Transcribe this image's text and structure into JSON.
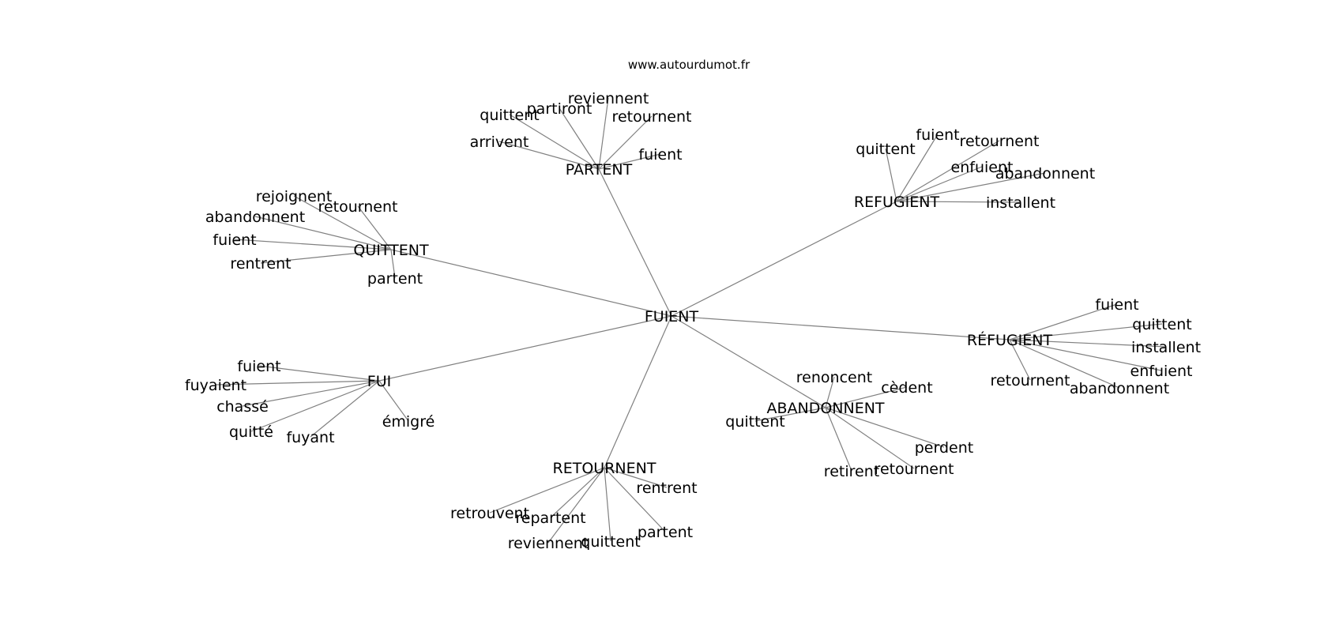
{
  "source": "www.autourdumot.fr",
  "center": "FUIENT",
  "clusters": [
    {
      "id": "PARTENT",
      "label": "PARTENT",
      "leaves": [
        "arrivent",
        "quittent",
        "partiront",
        "reviennent",
        "retournent",
        "fuient"
      ]
    },
    {
      "id": "REFUGIENT",
      "label": "REFUGIENT",
      "leaves": [
        "quittent",
        "fuient",
        "retournent",
        "enfuient",
        "abandonnent",
        "installent"
      ]
    },
    {
      "id": "QUITTENT",
      "label": "QUITTENT",
      "leaves": [
        "rejoignent",
        "abandonnent",
        "retournent",
        "fuient",
        "rentrent",
        "partent"
      ]
    },
    {
      "id": "REFUGIENT_ACC",
      "label": "RÉFUGIENT",
      "leaves": [
        "fuient",
        "quittent",
        "installent",
        "enfuient",
        "retournent",
        "abandonnent"
      ]
    },
    {
      "id": "FUI",
      "label": "FUI",
      "leaves": [
        "fuient",
        "fuyaient",
        "chassé",
        "quitté",
        "fuyant",
        "émigré"
      ]
    },
    {
      "id": "ABANDONNENT",
      "label": "ABANDONNENT",
      "leaves": [
        "renoncent",
        "cèdent",
        "quittent",
        "perdent",
        "retirent",
        "retournent"
      ]
    },
    {
      "id": "RETOURNENT",
      "label": "RETOURNENT",
      "leaves": [
        "rentrent",
        "retrouvent",
        "repartent",
        "reviennent",
        "quittent",
        "partent"
      ]
    }
  ],
  "colors": {
    "edge": "#808080",
    "text": "#000000",
    "background": "#ffffff"
  }
}
